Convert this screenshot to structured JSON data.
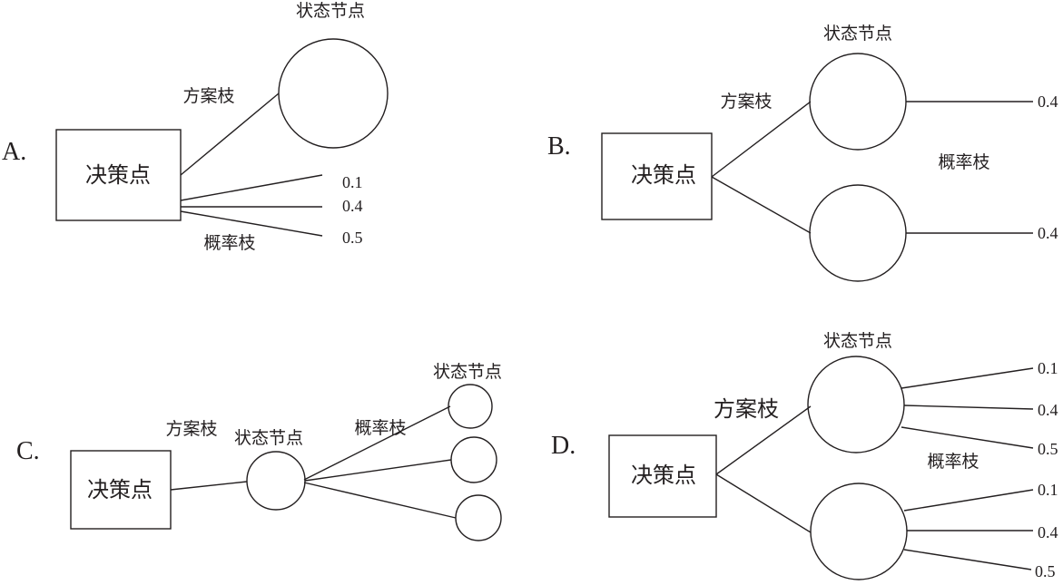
{
  "labels": {
    "decision_node": "决策点",
    "state_node": "状态节点",
    "plan_branch": "方案枝",
    "probability_branch": "概率枝"
  },
  "options": {
    "a": {
      "letter": "A.",
      "probabilities": [
        "0.1",
        "0.4",
        "0.5"
      ]
    },
    "b": {
      "letter": "B.",
      "probabilities": [
        "0.4",
        "0.4"
      ]
    },
    "c": {
      "letter": "C."
    },
    "d": {
      "letter": "D.",
      "upper_probabilities": [
        "0.1",
        "0.4",
        "0.5"
      ],
      "lower_probabilities": [
        "0.1",
        "0.4",
        "0.5"
      ]
    }
  }
}
